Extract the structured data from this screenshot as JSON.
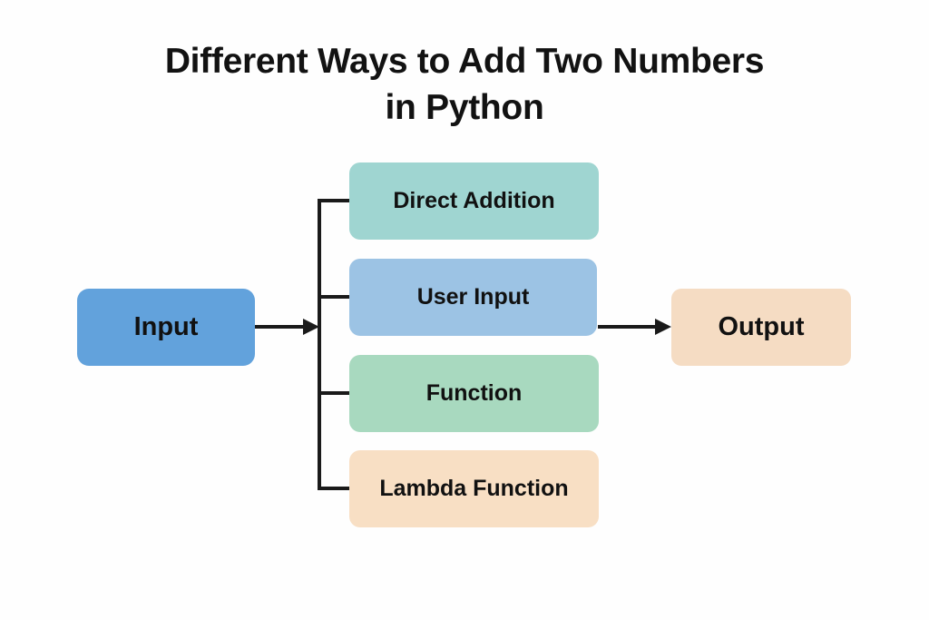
{
  "title": "Different Ways to Add Two Numbers\nin Python",
  "diagram": {
    "type": "flowchart",
    "background_color": "#fefefe",
    "title_color": "#121212",
    "connector_color": "#1a1a1a",
    "nodes": [
      {
        "id": "input",
        "label": "Input",
        "color": "#62a2dc"
      },
      {
        "id": "direct_addition",
        "label": "Direct Addition",
        "color": "#9fd5d1"
      },
      {
        "id": "user_input",
        "label": "User Input",
        "color": "#9cc3e4"
      },
      {
        "id": "function",
        "label": "Function",
        "color": "#a8d9bf"
      },
      {
        "id": "lambda_function",
        "label": "Lambda Function",
        "color": "#f8dfc4"
      },
      {
        "id": "output",
        "label": "Output",
        "color": "#f5dcc3"
      }
    ],
    "edges": [
      {
        "from": "input",
        "to": "branch_trunk",
        "arrow": true
      },
      {
        "from": "branch_trunk",
        "to": "direct_addition",
        "arrow": false
      },
      {
        "from": "branch_trunk",
        "to": "user_input",
        "arrow": false
      },
      {
        "from": "branch_trunk",
        "to": "function",
        "arrow": false
      },
      {
        "from": "branch_trunk",
        "to": "lambda_function",
        "arrow": false
      },
      {
        "from": "user_input",
        "to": "output",
        "arrow": true
      }
    ]
  }
}
